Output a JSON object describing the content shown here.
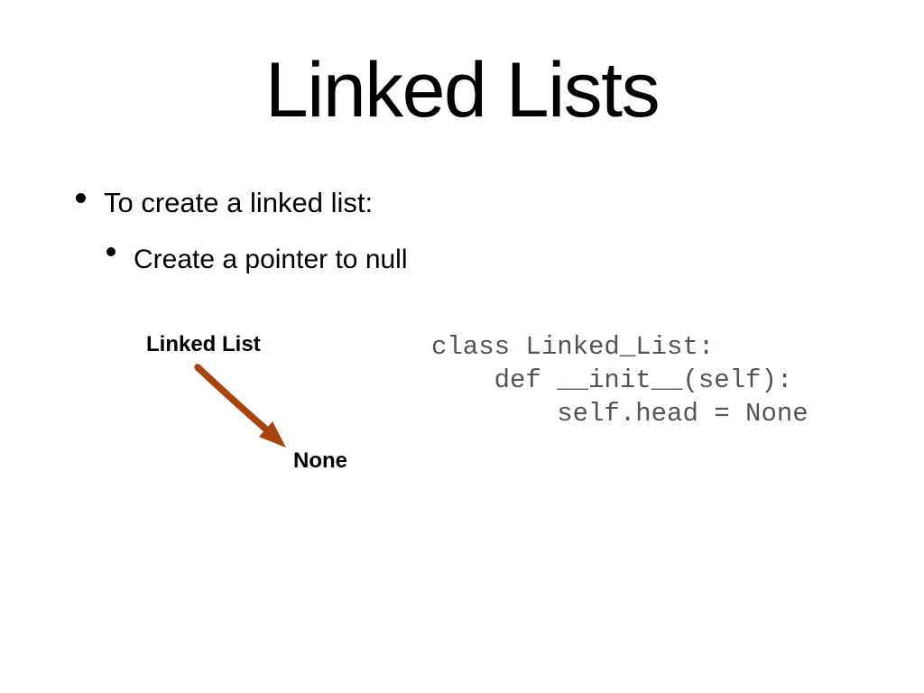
{
  "slide": {
    "title": "Linked Lists",
    "bullets": [
      {
        "level": 1,
        "text": "To create a linked list:"
      },
      {
        "level": 2,
        "text": "Create a pointer to null"
      }
    ],
    "diagram": {
      "pointer_label": "Linked List",
      "null_label": "None"
    },
    "code": {
      "text": "class Linked_List:\n    def __init__(self):\n        self.head = None"
    }
  },
  "colors": {
    "background": "#ffffff",
    "text": "#000000",
    "code_text": "#545454",
    "arrow": "#a8430e"
  }
}
